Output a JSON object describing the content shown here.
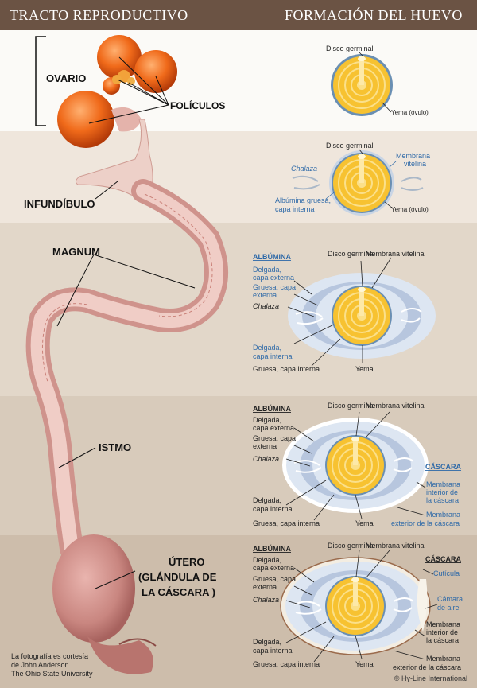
{
  "header": {
    "left_title": "TRACTO REPRODUCTIVO",
    "right_title": "FORMACIÓN DEL HUEVO"
  },
  "tract_labels": {
    "ovario": "OVARIO",
    "foliculos": "FOLÍCULOS",
    "infundibulo": "INFUNDÍBULO",
    "magnum": "MAGNUM",
    "istmo": "ISTMO",
    "utero_1": "ÚTERO",
    "utero_2": "(GLÁNDULA DE",
    "utero_3": "LA CÁSCARA )"
  },
  "egg_stage_1": {
    "disco_germinal": "Disco germinal",
    "yema": "Yema (óvulo)"
  },
  "egg_stage_2": {
    "disco_germinal": "Disco germinal",
    "membrana_1": "Membrana",
    "membrana_2": "vitelina",
    "chalaza": "Chalaza",
    "albumina_1": "Albúmina gruesa,",
    "albumina_2": "capa interna",
    "yema": "Yema (óvulo)"
  },
  "egg_stage_3": {
    "albumina": "ALBÚMINA",
    "disco_germinal": "Disco germinal",
    "membrana_vitelina": "Membrana vitelina",
    "delgada_ext_1": "Delgada,",
    "delgada_ext_2": "capa externa",
    "gruesa_ext_1": "Gruesa, capa",
    "gruesa_ext_2": "externa",
    "chalaza": "Chalaza",
    "delgada_int_1": "Delgada,",
    "delgada_int_2": "capa interna",
    "gruesa_int": "Gruesa, capa interna",
    "yema": "Yema"
  },
  "egg_stage_4": {
    "albumina": "ALBÚMINA",
    "disco_germinal": "Disco germinal",
    "membrana_vitelina": "Membrana vitelina",
    "delgada_ext_1": "Delgada,",
    "delgada_ext_2": "capa externa",
    "gruesa_ext_1": "Gruesa, capa",
    "gruesa_ext_2": "externa",
    "chalaza": "Chalaza",
    "cascara": "CÁSCARA",
    "mem_int_1": "Membrana",
    "mem_int_2": "interior de",
    "mem_int_3": "la cáscara",
    "mem_ext_1": "Membrana",
    "mem_ext_2": "exterior de la cáscara",
    "delgada_int_1": "Delgada,",
    "delgada_int_2": "capa interna",
    "gruesa_int": "Gruesa, capa interna",
    "yema": "Yema"
  },
  "egg_stage_5": {
    "albumina": "ALBÚMINA",
    "disco_germinal": "Disco germinal",
    "membrana_vitelina": "Membrana vitelina",
    "cascara": "CÁSCARA",
    "delgada_ext_1": "Delgada,",
    "delgada_ext_2": "capa externa",
    "gruesa_ext_1": "Gruesa, capa",
    "gruesa_ext_2": "externa",
    "chalaza": "Chalaza",
    "cuticula": "Cutícula",
    "camara_1": "Cámara",
    "camara_2": "de aire",
    "mem_int_1": "Membrana",
    "mem_int_2": "interior de",
    "mem_int_3": "la cáscara",
    "delgada_int_1": "Delgada,",
    "delgada_int_2": "capa interna",
    "gruesa_int": "Gruesa, capa interna",
    "yema": "Yema",
    "mem_ext_1": "Membrana",
    "mem_ext_2": "exterior de la cáscara"
  },
  "credit": {
    "line1": "La fotografía es cortesía",
    "line2": "de John Anderson",
    "line3": "The Ohio State University"
  },
  "copyright": "© Hy-Line International",
  "colors": {
    "header": "#6b5344",
    "band_1": "#fbfaf7",
    "band_2": "#efe6dc",
    "band_3": "#e2d7c9",
    "band_4": "#d8cbbb",
    "band_5": "#cdbdab",
    "yolk": "#f5b21c",
    "albumen_thick": "#b7c6de",
    "albumen_thin": "#dde6f2",
    "label_blue": "#2f6aa8"
  }
}
